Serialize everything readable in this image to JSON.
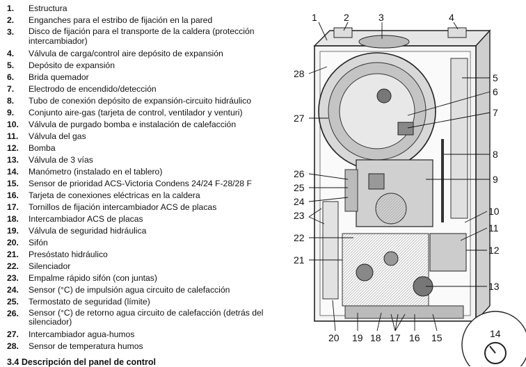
{
  "legend": [
    {
      "num": "1.",
      "text": "Estructura"
    },
    {
      "num": "2.",
      "text": "Enganches para el estribo de fijación en la pared"
    },
    {
      "num": "3.",
      "text": "Disco de fijación para el transporte de la caldera (protección intercambiador)"
    },
    {
      "num": "4.",
      "text": "Válvula de carga/control aire depósito de expansión"
    },
    {
      "num": "5.",
      "text": "Depósito de expansión"
    },
    {
      "num": "6.",
      "text": "Brida quemador"
    },
    {
      "num": "7.",
      "text": "Electrodo de encendido/detección"
    },
    {
      "num": "8.",
      "text": "Tubo de conexión depósito de expansión-circuito hidráulico"
    },
    {
      "num": "9.",
      "text": "Conjunto aire-gas (tarjeta de control, ventilador y venturi)"
    },
    {
      "num": "10.",
      "text": "Válvula de purgado bomba e instalación de calefacción"
    },
    {
      "num": "11.",
      "text": "Válvula del gas"
    },
    {
      "num": "12.",
      "text": "Bomba"
    },
    {
      "num": "13.",
      "text": "Válvula de 3 vías"
    },
    {
      "num": "14.",
      "text": "Manómetro (instalado en el tablero)"
    },
    {
      "num": "15.",
      "text": "Sensor de prioridad ACS-Victoria Condens 24/24 F-28/28 F"
    },
    {
      "num": "16.",
      "text": "Tarjeta de conexiones eléctricas en la caldera"
    },
    {
      "num": "17.",
      "text": "Tornillos de fijación intercambiador ACS de placas"
    },
    {
      "num": "18.",
      "text": "Intercambiador ACS de placas"
    },
    {
      "num": "19.",
      "text": "Válvula de seguridad hidráulica"
    },
    {
      "num": "20.",
      "text": "Sifón"
    },
    {
      "num": "21.",
      "text": "Presóstato hidráulico"
    },
    {
      "num": "22.",
      "text": "Silenciador"
    },
    {
      "num": "23.",
      "text": "Empalme rápido sifón (con juntas)"
    },
    {
      "num": "24.",
      "text": "Sensor (°C) de impulsión agua circuito de calefacción"
    },
    {
      "num": "25.",
      "text": "Termostato de seguridad (límite)"
    },
    {
      "num": "26.",
      "text": "Sensor (°C) de retorno agua circuito de calefacción (detrás del silenciador)"
    },
    {
      "num": "27.",
      "text": "Intercambiador agua-humos"
    },
    {
      "num": "28.",
      "text": "Sensor de temperatura humos"
    }
  ],
  "footer": "3.4   Descripción del panel de control",
  "callouts": [
    "1",
    "2",
    "3",
    "4",
    "5",
    "6",
    "7",
    "8",
    "9",
    "10",
    "11",
    "12",
    "13",
    "14",
    "15",
    "16",
    "17",
    "18",
    "19",
    "20",
    "21",
    "22",
    "23",
    "24",
    "25",
    "26",
    "27",
    "28"
  ]
}
